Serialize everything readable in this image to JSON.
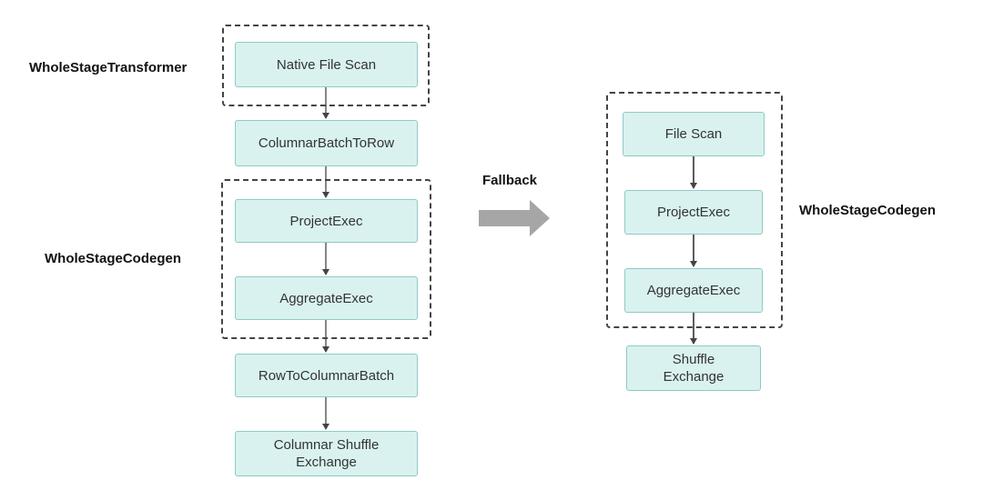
{
  "left_plan": {
    "groups": {
      "transformer": "WholeStageTransformer",
      "codegen": "WholeStageCodegen"
    },
    "nodes": {
      "native_file_scan": "Native File Scan",
      "columnar_batch_to_row": "ColumnarBatchToRow",
      "project_exec": "ProjectExec",
      "aggregate_exec": "AggregateExec",
      "row_to_columnar_batch": "RowToColumnarBatch",
      "columnar_shuffle_exchange": "Columnar Shuffle\nExchange"
    }
  },
  "transition": {
    "label": "Fallback"
  },
  "right_plan": {
    "groups": {
      "codegen": "WholeStageCodegen"
    },
    "nodes": {
      "file_scan": "File Scan",
      "project_exec": "ProjectExec",
      "aggregate_exec": "AggregateExec",
      "shuffle_exchange": "Shuffle\nExchange"
    }
  },
  "colors": {
    "node_fill": "#d9f2f0",
    "node_border": "#8fcac4",
    "edge": "#444444",
    "fallback_arrow": "#a6a6a6"
  }
}
